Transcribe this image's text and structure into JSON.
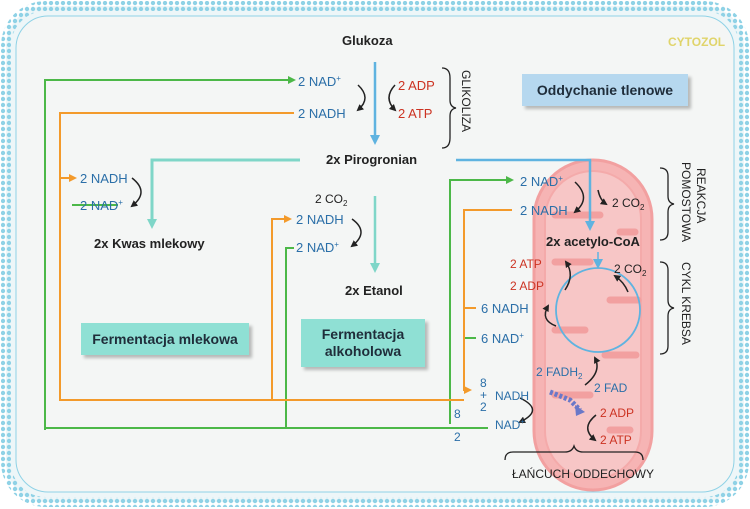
{
  "colors": {
    "blue_text": "#2b6fa8",
    "red_text": "#cc3322",
    "dark_text": "#222222",
    "green_line": "#4cb848",
    "orange_line": "#f39a2b",
    "blue_arrow": "#5fb3e0",
    "teal_arrow": "#7fd6c8",
    "cytosol_label": "#e0d46a",
    "box_teal": "#8fe0d4",
    "box_blue": "#b6d8ef",
    "mito_fill": "#f7b7b7"
  },
  "labels": {
    "cytozol": "CYTOZOL",
    "glukoza": "Glukoza",
    "glikoliza": "GLIKOLIZA",
    "pirogronian": "2x Pirogronian",
    "kwas": "2x Kwas mlekowy",
    "etanol": "2x Etanol",
    "acetylo": "2x acetylo-CoA",
    "reakcja_1": "REAKCJA",
    "reakcja_2": "POMOSTOWA",
    "krebs": "CYKL KREBSA",
    "lancuch": "ŁAŃCUCH ODDECHOWY",
    "nad_2": "2 NAD",
    "nadh_2": "2 NADH",
    "adp_2": "2 ADP",
    "atp_2": "2 ATP",
    "co2_2": "2 CO",
    "co2_2x": "2 CO",
    "nadh_6": "6 NADH",
    "nad_6": "6 NAD",
    "fadh_2": "2 FADH",
    "fad_2": "2 FAD",
    "nadh": "NADH",
    "nad": "NAD",
    "plus": "+",
    "sup_plus": "+",
    "sub_2": "2",
    "num_8": "8",
    "num_2": "2"
  },
  "boxes": {
    "mlekowa": "Fermentacja mlekowa",
    "alkoholowa_1": "Fermentacja",
    "alkoholowa_2": "alkoholowa",
    "tlenowe": "Oddychanie tlenowe"
  }
}
